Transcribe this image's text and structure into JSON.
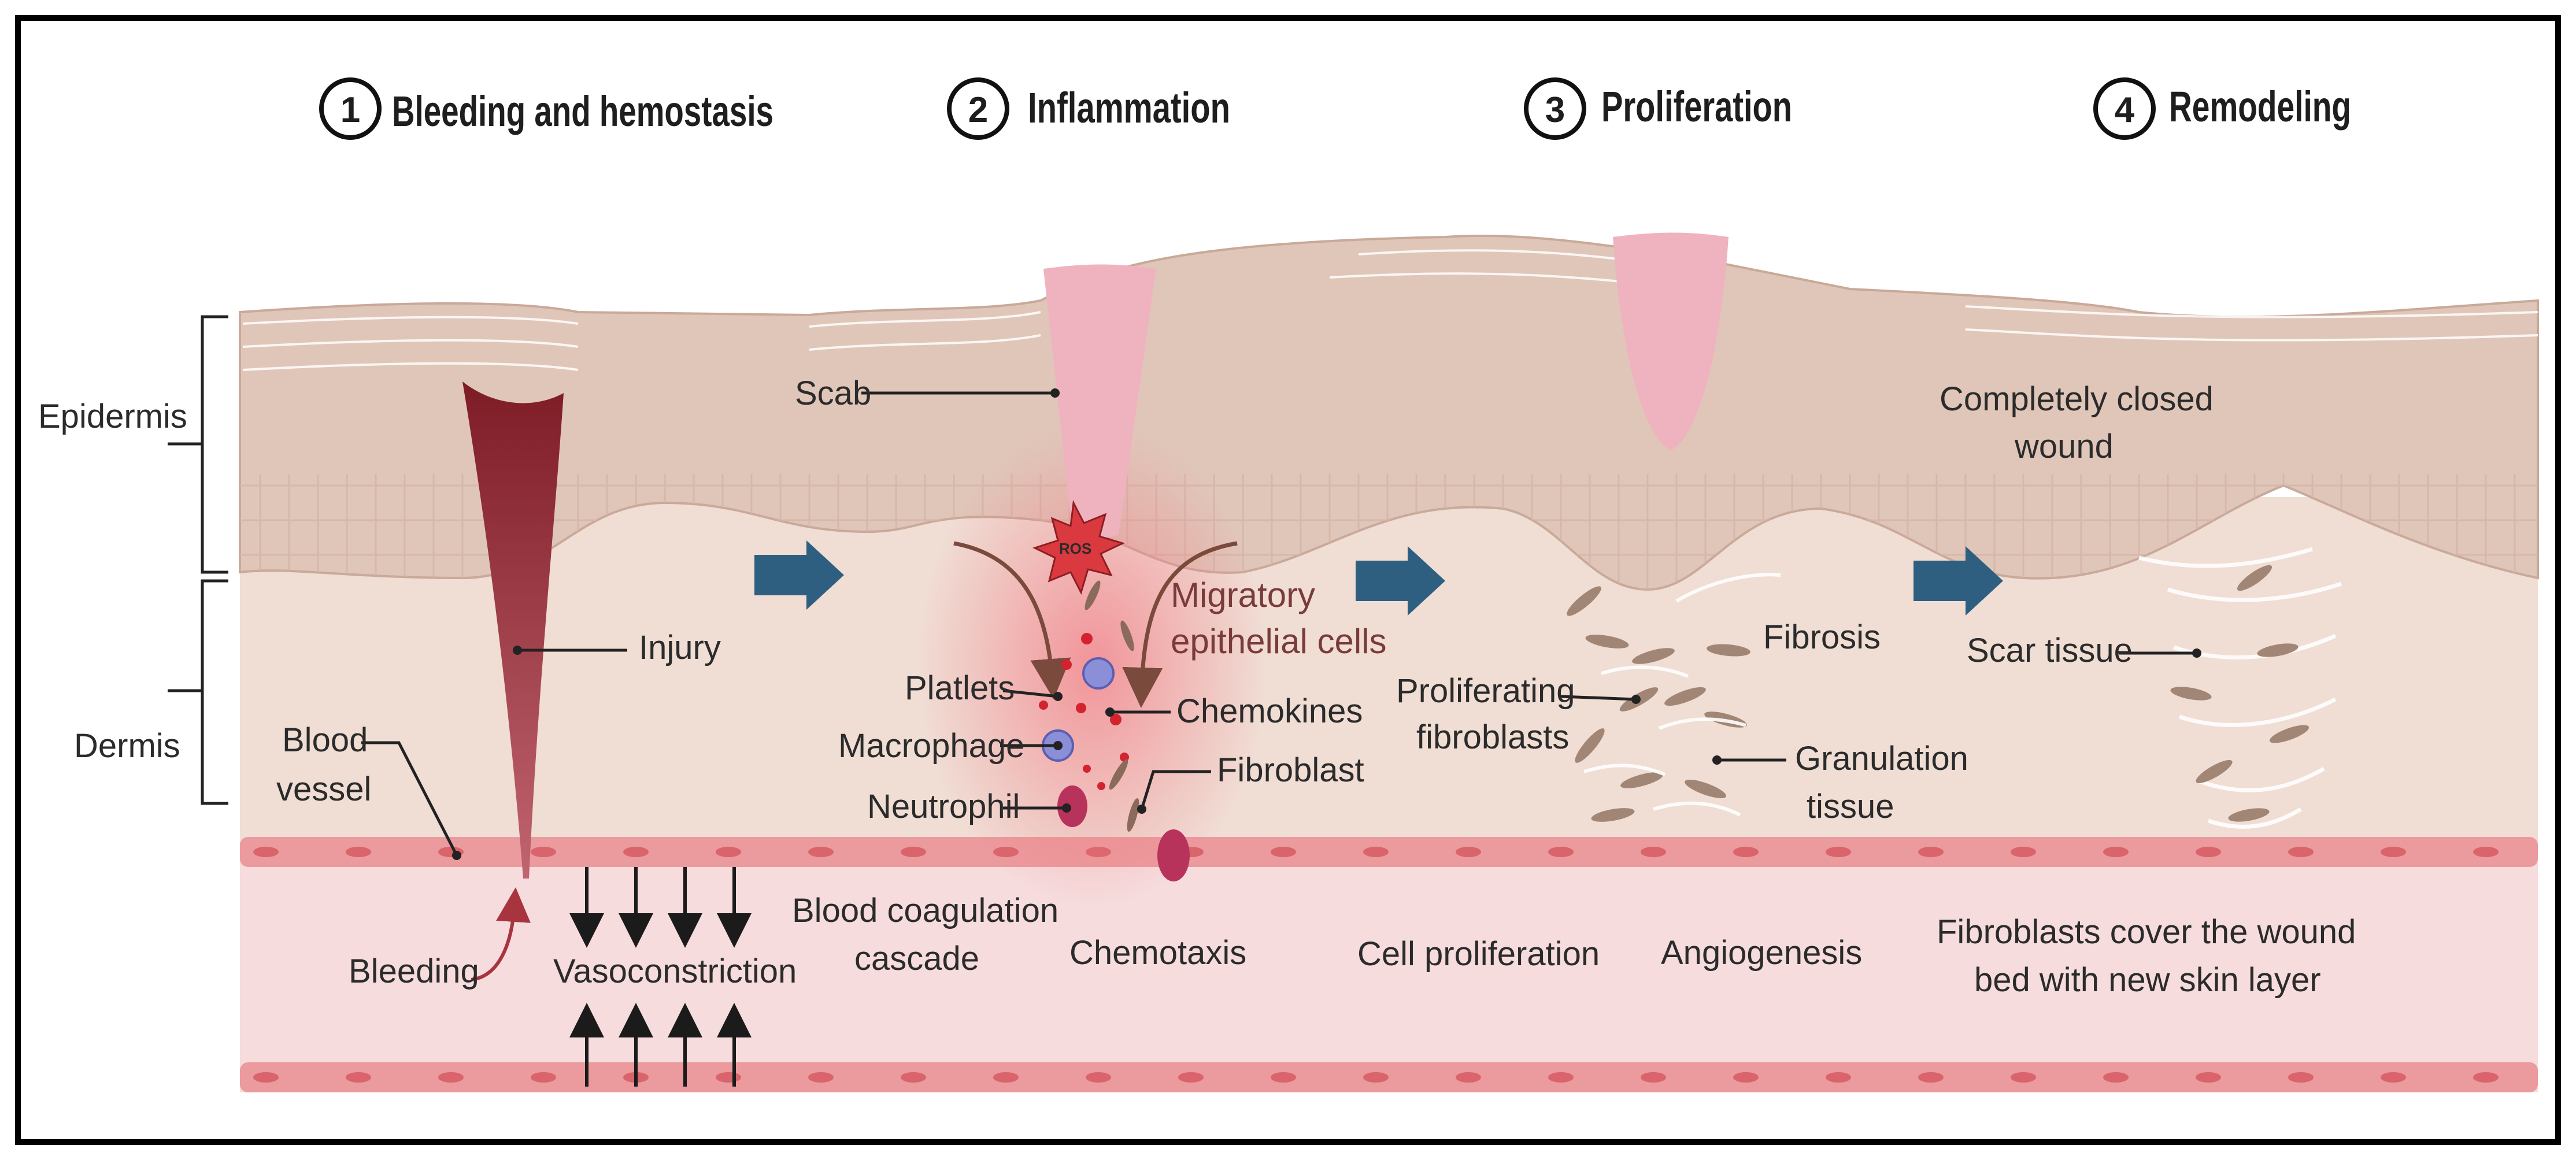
{
  "stages": [
    {
      "number": "1",
      "title": "Bleeding and hemostasis"
    },
    {
      "number": "2",
      "title": "Inflammation"
    },
    {
      "number": "3",
      "title": "Proliferation"
    },
    {
      "number": "4",
      "title": "Remodeling"
    }
  ],
  "layers": {
    "epidermis": "Epidermis",
    "dermis": "Dermis"
  },
  "labels": {
    "scab": "Scab",
    "injury": "Injury",
    "blood_vessel_l1": "Blood",
    "blood_vessel_l2": "vessel",
    "bleeding": "Bleeding",
    "vasoconstriction": "Vasoconstriction",
    "ros": "ROS",
    "migratory_l1": "Migratory",
    "migratory_l2": "epithelial cells",
    "platlets": "Platlets",
    "chemokines": "Chemokines",
    "macrophage": "Macrophage",
    "fibroblast": "Fibroblast",
    "neutrophil": "Neutrophil",
    "coag_l1": "Blood coagulation",
    "coag_l2": "cascade",
    "chemotaxis": "Chemotaxis",
    "fibrosis": "Fibrosis",
    "prolif_fib_l1": "Proliferating",
    "prolif_fib_l2": "fibroblasts",
    "granulation_l1": "Granulation",
    "granulation_l2": "tissue",
    "cell_proliferation": "Cell proliferation",
    "angiogenesis": "Angiogenesis",
    "closed_l1": "Completely closed",
    "closed_l2": "wound",
    "scar_tissue": "Scar tissue",
    "cover_l1": "Fibroblasts cover the wound",
    "cover_l2": "bed with new skin layer"
  },
  "colors": {
    "epidermis": "#e2c9bd",
    "dermis": "#f0ddd4",
    "vessel": "#f6dcdd",
    "vessel_cells": "#eb9a9d",
    "arrow": "#2f5f80",
    "scab": "#efb3c0",
    "blood": "#8a2b33"
  }
}
